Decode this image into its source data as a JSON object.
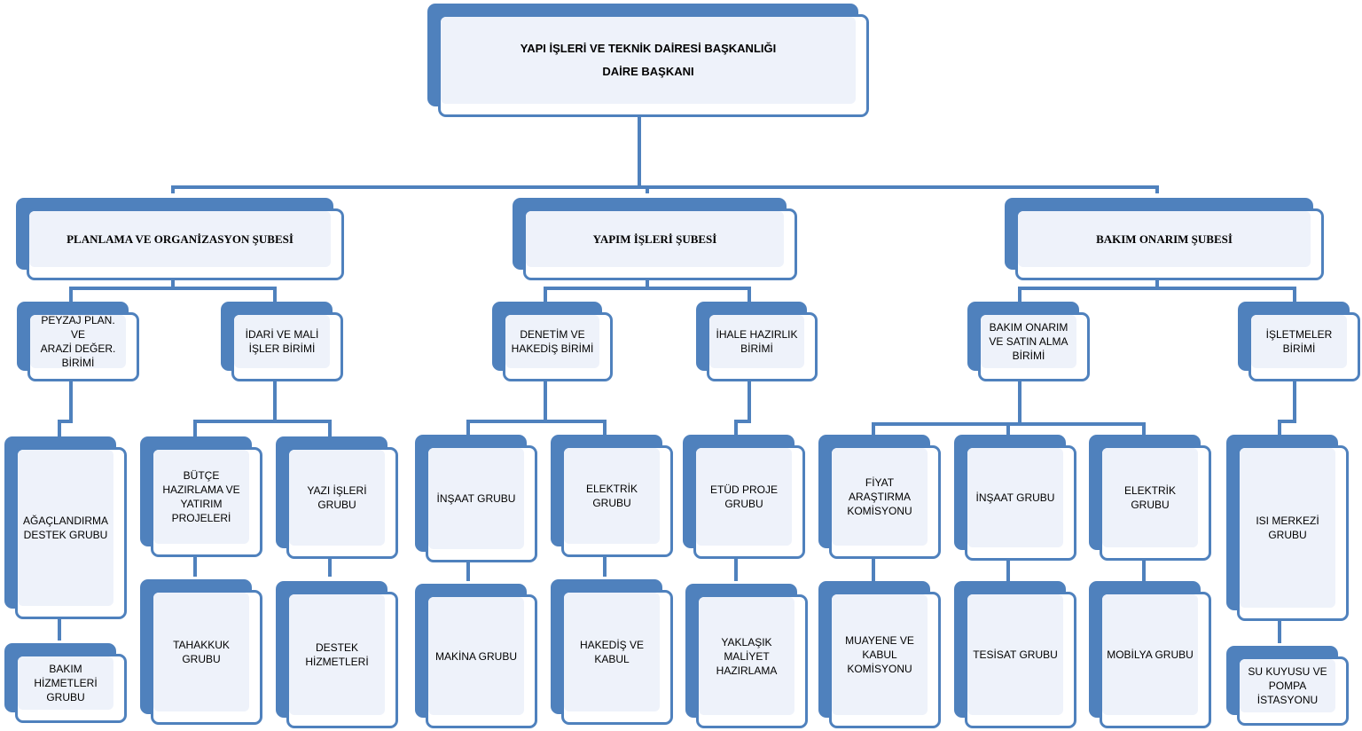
{
  "head": {
    "title": "YAPI İŞLERİ VE TEKNİK DAİRESİ BAŞKANLIĞI",
    "subtitle": "DAİRE BAŞKANI"
  },
  "departments": [
    {
      "name": "PLANLAMA VE ORGANİZASYON ŞUBESİ",
      "units": [
        {
          "name": "PEYZAJ PLAN. VE\nARAZİ DEĞER.\nBİRİMİ",
          "groups": [
            "AĞAÇLANDIRMA\nDESTEK  GRUBU",
            "BAKIM\nHİZMETLERİ\nGRUBU"
          ]
        },
        {
          "name": "İDARİ VE MALİ\nİŞLER BİRİMİ",
          "groups": [
            "BÜTÇE\nHAZIRLAMA VE\nYATIRIM\nPROJELERİ",
            "TAHAKKUK\nGRUBU",
            "YAZI İŞLERİ\nGRUBU",
            "DESTEK\nHİZMETLERİ"
          ]
        }
      ]
    },
    {
      "name": "YAPIM İŞLERİ ŞUBESİ",
      "units": [
        {
          "name": "DENETİM VE\nHAKEDİŞ BİRİMİ",
          "groups": [
            "İNŞAAT GRUBU",
            "MAKİNA GRUBU",
            "ELEKTRİK GRUBU",
            "HAKEDİŞ VE\nKABUL"
          ]
        },
        {
          "name": "İHALE HAZIRLIK\nBİRİMİ",
          "groups": [
            "ETÜD PROJE\nGRUBU",
            "YAKLAŞIK\nMALİYET\nHAZIRLAMA"
          ]
        }
      ]
    },
    {
      "name": "BAKIM ONARIM ŞUBESİ",
      "units": [
        {
          "name": "BAKIM ONARIM\nVE SATIN ALMA\nBİRİMİ",
          "groups": [
            "FİYAT ARAŞTIRMA\nKOMİSYONU",
            "MUAYENE VE\nKABUL\nKOMİSYONU",
            "İNŞAAT GRUBU",
            "TESİSAT GRUBU",
            "ELEKTRİK GRUBU",
            "MOBİLYA GRUBU"
          ]
        },
        {
          "name": "İŞLETMELER\nBİRİMİ",
          "groups": [
            "ISI MERKEZİ\nGRUBU",
            "SU KUYUSU VE\nPOMPA\nİSTASYONU"
          ]
        }
      ]
    }
  ],
  "colors": {
    "accent": "#4f81bd",
    "line": "#4f81bd",
    "face": "#eef2fa"
  }
}
